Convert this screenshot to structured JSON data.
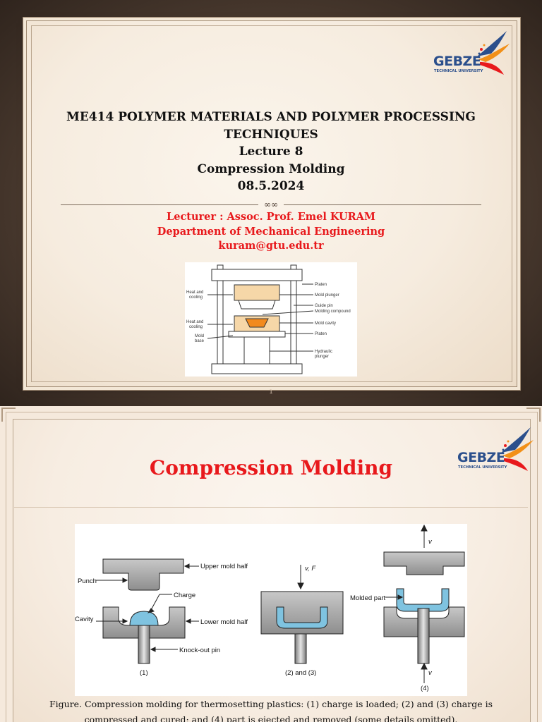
{
  "brand": {
    "name": "GEBZE",
    "subtitle": "TECHNICAL UNIVERSITY",
    "red": "#e8191c",
    "blue": "#2b4f8c"
  },
  "slide1": {
    "title_lines": [
      "ME414 POLYMER MATERIALS AND POLYMER PROCESSING",
      "TECHNIQUES",
      "Lecture 8",
      "Compression Molding",
      "08.5.2024"
    ],
    "lecturer_lines": [
      "Lecturer : Assoc. Prof. Emel KURAM",
      "Department of Mechanical Engineering",
      "kuram@gtu.edu.tr"
    ],
    "page_number": "1",
    "figure_labels": {
      "platen_top": "Platen",
      "mold_plunger": "Mold plunger",
      "guide_pin": "Guide pin",
      "molding_compound": "Molding compound",
      "mold_cavity": "Mold cavity",
      "platen_bottom": "Platen",
      "hydraulic": "Hydraulic",
      "plunger": "plunger",
      "heat1a": "Heat and",
      "heat1b": "cooling",
      "heat2a": "Heat and",
      "heat2b": "cooling",
      "mold_a": "Mold",
      "mold_b": "base"
    }
  },
  "slide2": {
    "title": "Compression Molding",
    "figure_labels": {
      "upper_mold_half": "Upper mold half",
      "punch": "Punch",
      "charge": "Charge",
      "cavity": "Cavity",
      "lower_mold_half": "Lower mold half",
      "knockout_pin": "Knock-out pin",
      "step1": "(1)",
      "step23": "(2) and (3)",
      "step4": "(4)",
      "vf": "v, F",
      "v_up": "v",
      "v_down": "v",
      "molded_part": "Molded part"
    },
    "caption": "Figure. Compression molding for thermosetting plastics: (1) charge is loaded; (2) and (3) charge is compressed and cured; and (4) part is ejected and removed (some details omitted)."
  }
}
